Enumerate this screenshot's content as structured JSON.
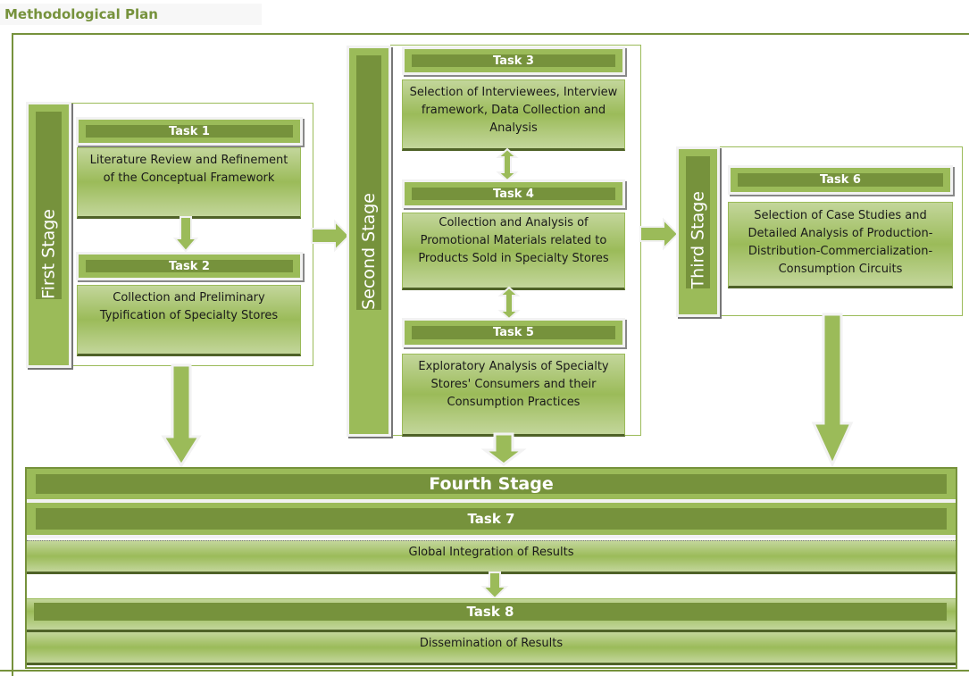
{
  "title": "Methodological Plan",
  "colors": {
    "primary": "#9bbb59",
    "dark": "#76923c",
    "light": "#c3d69b",
    "shadow": "#4f6228",
    "title_text": "#76923c"
  },
  "stages": {
    "first": {
      "label": "First Stage",
      "tasks": [
        {
          "header": "Task 1",
          "body": "Literature Review and Refinement of the Conceptual Framework"
        },
        {
          "header": "Task 2",
          "body": "Collection and Preliminary Typification of Specialty Stores"
        }
      ]
    },
    "second": {
      "label": "Second Stage",
      "tasks": [
        {
          "header": "Task 3",
          "body": "Selection of Interviewees, Interview framework, Data Collection and Analysis"
        },
        {
          "header": "Task 4",
          "body": "Collection and Analysis of Promotional Materials related to Products Sold in Specialty Stores"
        },
        {
          "header": "Task 5",
          "body": "Exploratory Analysis of Specialty Stores' Consumers and their Consumption Practices"
        }
      ]
    },
    "third": {
      "label": "Third Stage",
      "tasks": [
        {
          "header": "Task 6",
          "body": "Selection of Case Studies and Detailed Analysis of Production-Distribution-Commercialization-Consumption Circuits"
        }
      ]
    },
    "fourth": {
      "label": "Fourth Stage",
      "tasks": [
        {
          "header": "Task 7",
          "body": "Global Integration of Results"
        },
        {
          "header": "Task 8",
          "body": "Dissemination of Results"
        }
      ]
    }
  },
  "arrows": [
    {
      "from": "Task 1",
      "to": "Task 2",
      "type": "down"
    },
    {
      "from": "First Stage",
      "to": "Second Stage",
      "type": "right"
    },
    {
      "from": "Task 3",
      "to": "Task 4",
      "type": "bidirectional"
    },
    {
      "from": "Task 4",
      "to": "Task 5",
      "type": "bidirectional"
    },
    {
      "from": "Second Stage",
      "to": "Third Stage",
      "type": "right"
    },
    {
      "from": "First Stage",
      "to": "Fourth Stage",
      "type": "down"
    },
    {
      "from": "Second Stage",
      "to": "Fourth Stage",
      "type": "down"
    },
    {
      "from": "Third Stage",
      "to": "Fourth Stage",
      "type": "down"
    },
    {
      "from": "Task 7",
      "to": "Task 8",
      "type": "down"
    }
  ]
}
